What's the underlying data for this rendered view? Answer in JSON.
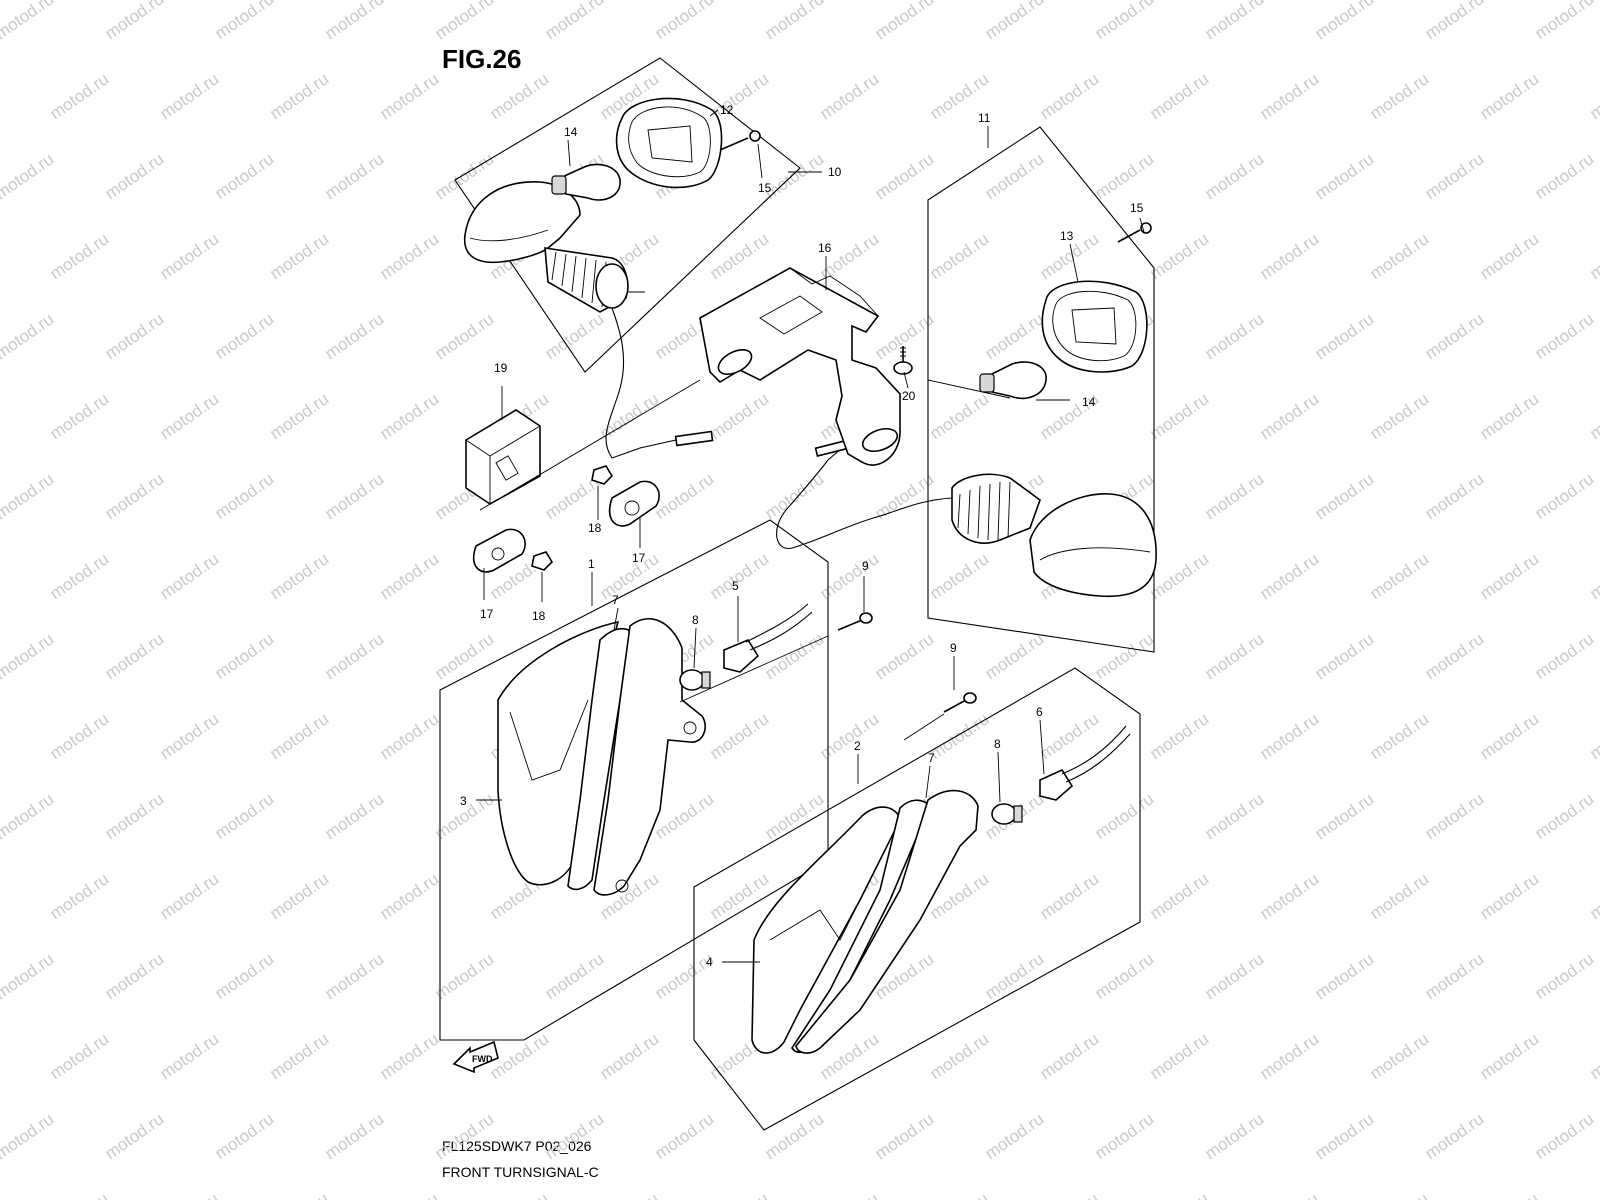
{
  "figure": {
    "title": "FIG.26",
    "drawing_code": "FL125SDWK7 P02_026",
    "drawing_name": "FRONT TURNSIGNAL-C",
    "watermark_text": "motod.ru",
    "fwd_label": "FWD"
  },
  "callouts": [
    {
      "id": "c12",
      "label": "12"
    },
    {
      "id": "c14a",
      "label": "14"
    },
    {
      "id": "c15a",
      "label": "15"
    },
    {
      "id": "c10",
      "label": "10"
    },
    {
      "id": "c11",
      "label": "11"
    },
    {
      "id": "c15b",
      "label": "15"
    },
    {
      "id": "c13",
      "label": "13"
    },
    {
      "id": "c16",
      "label": "16"
    },
    {
      "id": "c20",
      "label": "20"
    },
    {
      "id": "c14b",
      "label": "14"
    },
    {
      "id": "c19",
      "label": "19"
    },
    {
      "id": "c18a",
      "label": "18"
    },
    {
      "id": "c17a",
      "label": "17"
    },
    {
      "id": "c17b",
      "label": "17"
    },
    {
      "id": "c18b",
      "label": "18"
    },
    {
      "id": "c1",
      "label": "1"
    },
    {
      "id": "c7a",
      "label": "7"
    },
    {
      "id": "c8a",
      "label": "8"
    },
    {
      "id": "c5",
      "label": "5"
    },
    {
      "id": "c9a",
      "label": "9"
    },
    {
      "id": "c9b",
      "label": "9"
    },
    {
      "id": "c3",
      "label": "3"
    },
    {
      "id": "c2",
      "label": "2"
    },
    {
      "id": "c7b",
      "label": "7"
    },
    {
      "id": "c8b",
      "label": "8"
    },
    {
      "id": "c6",
      "label": "6"
    },
    {
      "id": "c4",
      "label": "4"
    }
  ],
  "colors": {
    "line": "#000000",
    "watermark": "#c9c9c9",
    "background": "#ffffff"
  }
}
